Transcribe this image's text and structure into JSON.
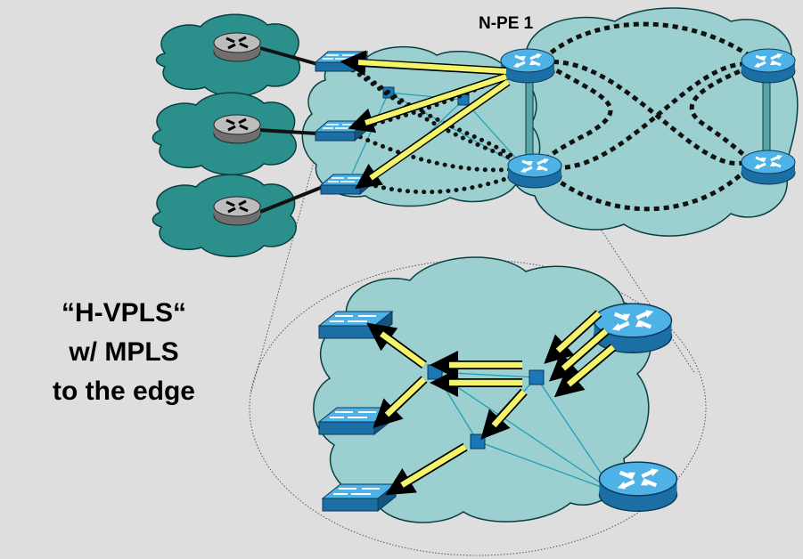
{
  "labels": {
    "npe": "N-PE 1",
    "caption": [
      "“H-VPLS“",
      "w/ MPLS",
      "to the edge"
    ]
  },
  "colors": {
    "background": "#dedede",
    "cloud_fill": "#9ccfcf",
    "cloud_stroke": "#0b3f3f",
    "edge_cloud_fill": "#2b8f8b",
    "router_blue": "#2a8fc9",
    "router_gray": "#9a9a9a",
    "switch_blue": "#2a92cf",
    "arrow_yellow": "#f4f46a",
    "pseudowire": "#111111",
    "link": "#1f9fb8"
  },
  "icons": [
    "router-icon",
    "switch-icon",
    "cloud-icon",
    "mpls-node-icon"
  ]
}
